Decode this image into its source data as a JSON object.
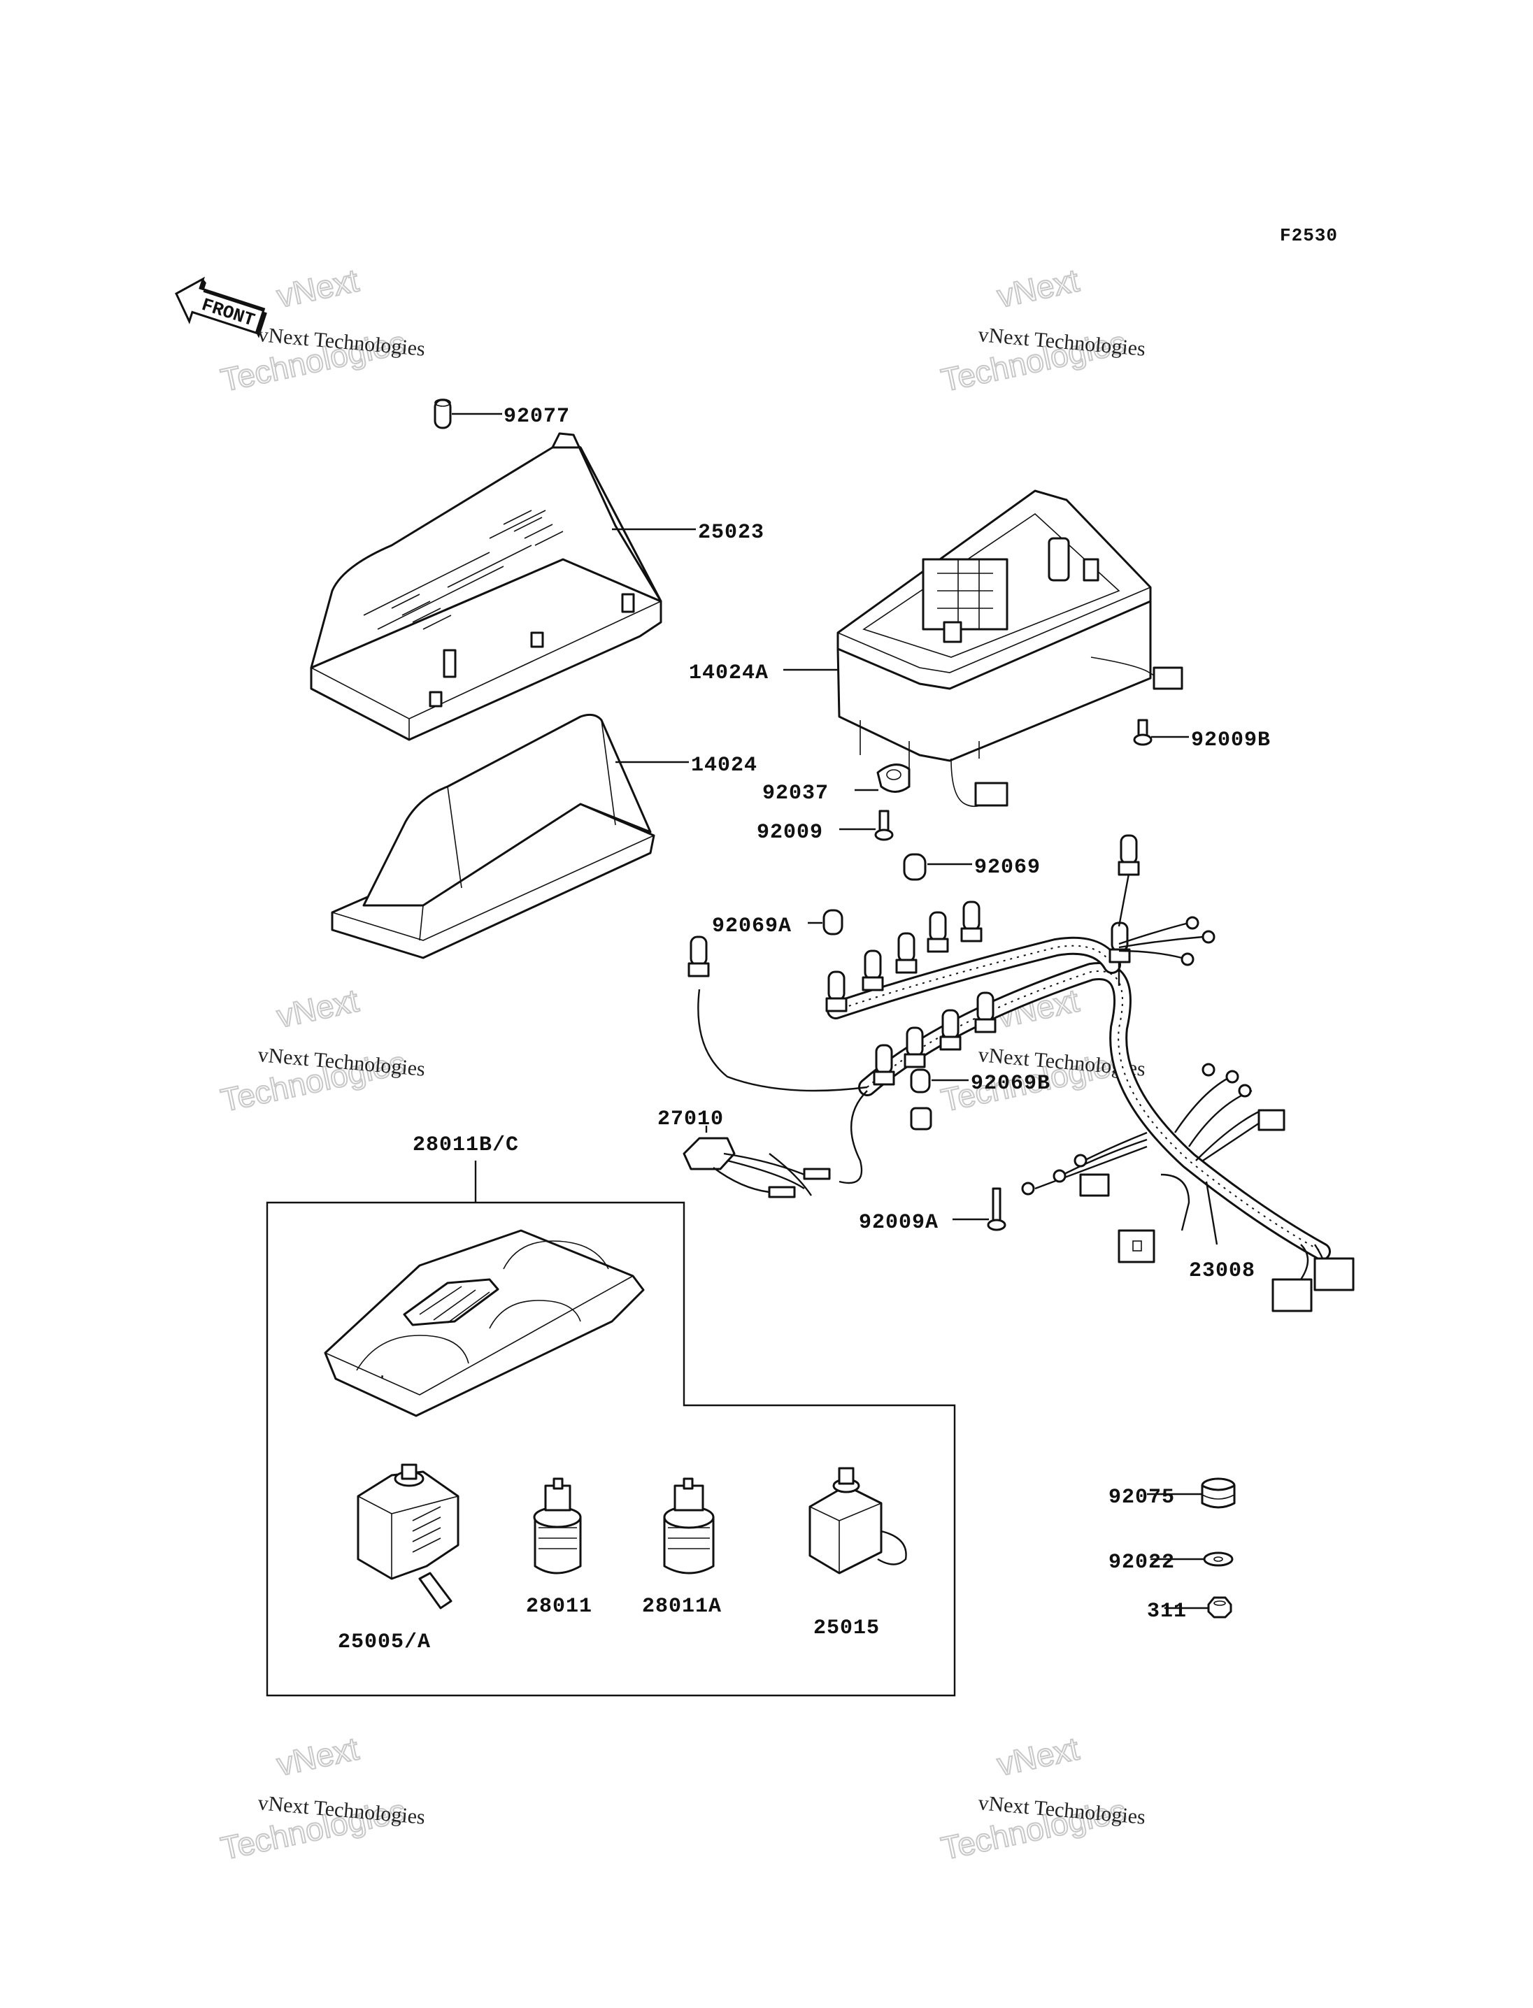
{
  "figure_code": "F2530",
  "front_arrow_label": "FRONT",
  "watermark": {
    "line1": "vNext Technologies",
    "line2": "vNext",
    "line3": "Technologies"
  },
  "parts": {
    "p92077": "92077",
    "p25023": "25023",
    "p14024A": "14024A",
    "p92009B": "92009B",
    "p14024": "14024",
    "p92037": "92037",
    "p92009": "92009",
    "p92069": "92069",
    "p92069A": "92069A",
    "p92069B": "92069B",
    "p27010": "27010",
    "p92009A": "92009A",
    "p23008": "23008",
    "p28011BC": "28011B/C",
    "p92075": "92075",
    "p92022": "92022",
    "p311": "311",
    "p28011": "28011",
    "p28011A": "28011A",
    "p25015": "25015",
    "p25005A": "25005/A"
  }
}
